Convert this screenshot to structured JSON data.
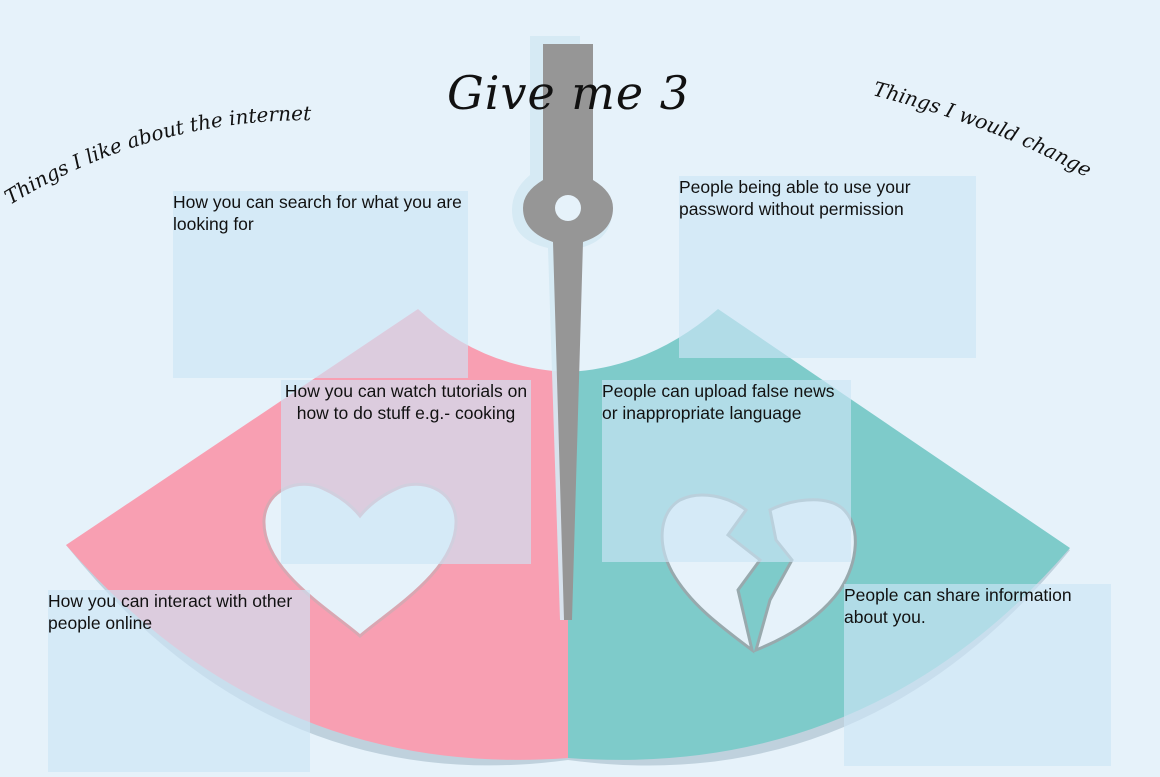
{
  "title": "Give me 3",
  "left_heading": "Things I like about the internet",
  "right_heading": "Things I would change",
  "notes": {
    "search": "How you can search for what you are looking for",
    "password": "People being able to use your password without permission",
    "tutorials": "How you can watch tutorials on how to do stuff e.g.- cooking",
    "false_news": "People can upload false news or inappropriate language",
    "interact": "How you can interact with other people online",
    "share": "People can share information about you."
  },
  "colors": {
    "background": "#e6f2fa",
    "like_sector": "#f89fb2",
    "change_sector": "#7ecbca",
    "needle": "#969696",
    "note_box": "#cde5f6"
  },
  "icons": [
    "heart-icon",
    "broken-heart-icon",
    "needle-icon"
  ]
}
